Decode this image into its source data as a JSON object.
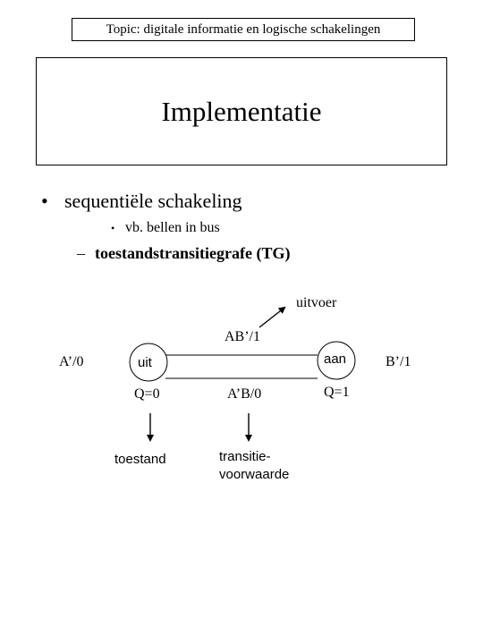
{
  "header": {
    "topic": "Topic: digitale informatie en logische schakelingen"
  },
  "slide": {
    "title": "Implementatie"
  },
  "content": {
    "bullet_1": "sequentiële schakeling",
    "bullet_dot": "•",
    "sub_bullet": "vb. bellen in bus",
    "dash_symbol": "–",
    "dash_item": "toestandstransitiegrafe (TG)"
  },
  "diagram": {
    "output_label": "uitvoer",
    "top_transition": "AB’/1",
    "left_loop": "A’/0",
    "right_loop": "B’/1",
    "state_left": "uit",
    "state_right": "aan",
    "state_left_q": "Q=0",
    "state_right_q": "Q=1",
    "bottom_transition": "A’B/0",
    "annotation_state": "toestand",
    "annotation_transition_line1": "transitie-",
    "annotation_transition_line2": "voorwaarde"
  }
}
